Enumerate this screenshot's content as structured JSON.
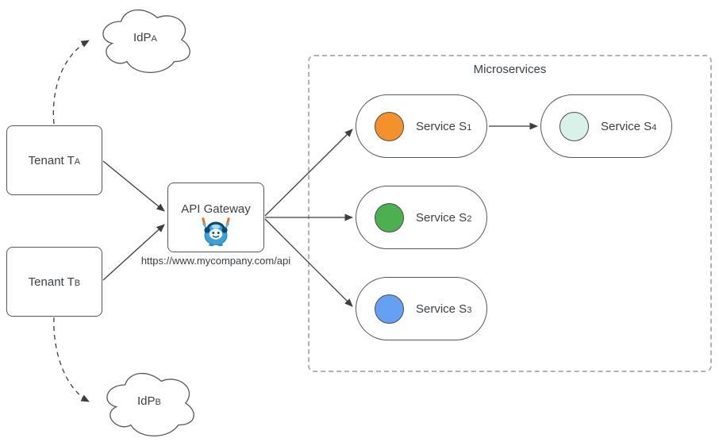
{
  "diagram": {
    "idp_a": {
      "label": "IdP",
      "sub": "A"
    },
    "idp_b": {
      "label": "IdP",
      "sub": "B"
    },
    "tenant_a": {
      "label": "Tenant T",
      "sub": "A"
    },
    "tenant_b": {
      "label": "Tenant T",
      "sub": "B"
    },
    "gateway": {
      "label": "API Gateway",
      "url": "https://www.mycompany.com/api",
      "mascot_icon": "yeti-dj-mascot-icon"
    },
    "microservices": {
      "title": "Microservices",
      "services": [
        {
          "label": "Service S",
          "sub": "1",
          "color": "#f5912d"
        },
        {
          "label": "Service S",
          "sub": "2",
          "color": "#4caf50"
        },
        {
          "label": "Service S",
          "sub": "3",
          "color": "#66a0f2"
        },
        {
          "label": "Service S",
          "sub": "4",
          "color": "#d9f2e9"
        }
      ]
    },
    "colors": {
      "connector": "#3e3e3e",
      "shape_border": "#575757",
      "container_border": "#aeb3b6",
      "text": "#3b4045"
    }
  }
}
